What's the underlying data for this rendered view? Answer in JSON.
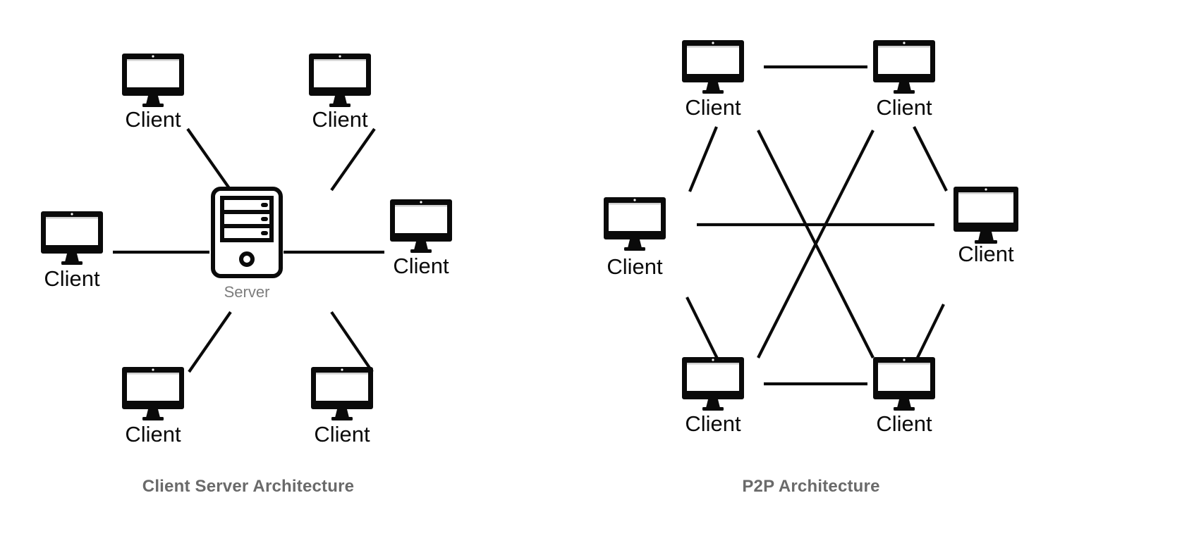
{
  "meta": {
    "background_color": "#ffffff",
    "line_color": "#0a0a0a",
    "caption_color": "#6a6a6a",
    "label_color": "#0a0a0a",
    "server_label_color": "#7d7d7d"
  },
  "panels": [
    {
      "id": "client-server",
      "caption": "Client Server Architecture",
      "center_node": {
        "icon": "server-tower-icon",
        "label": "Server",
        "drive_bays": 3,
        "has_power_button": true
      },
      "nodes": [
        {
          "id": "cs-top-left",
          "label": "Client",
          "icon": "monitor-icon"
        },
        {
          "id": "cs-top-right",
          "label": "Client",
          "icon": "monitor-icon"
        },
        {
          "id": "cs-left",
          "label": "Client",
          "icon": "monitor-icon"
        },
        {
          "id": "cs-right",
          "label": "Client",
          "icon": "monitor-icon"
        },
        {
          "id": "cs-bottom-left",
          "label": "Client",
          "icon": "monitor-icon"
        },
        {
          "id": "cs-bottom-right",
          "label": "Client",
          "icon": "monitor-icon"
        }
      ],
      "edges": [
        {
          "from": "cs-top-left",
          "to": "server"
        },
        {
          "from": "cs-top-right",
          "to": "server"
        },
        {
          "from": "cs-left",
          "to": "server"
        },
        {
          "from": "cs-right",
          "to": "server"
        },
        {
          "from": "cs-bottom-left",
          "to": "server"
        },
        {
          "from": "cs-bottom-right",
          "to": "server"
        }
      ]
    },
    {
      "id": "p2p",
      "caption": "P2P Architecture",
      "nodes": [
        {
          "id": "p2p-top-left",
          "label": "Client",
          "icon": "monitor-icon"
        },
        {
          "id": "p2p-top-right",
          "label": "Client",
          "icon": "monitor-icon"
        },
        {
          "id": "p2p-left",
          "label": "Client",
          "icon": "monitor-icon"
        },
        {
          "id": "p2p-right",
          "label": "Client",
          "icon": "monitor-icon"
        },
        {
          "id": "p2p-bottom-left",
          "label": "Client",
          "icon": "monitor-icon"
        },
        {
          "id": "p2p-bottom-right",
          "label": "Client",
          "icon": "monitor-icon"
        }
      ],
      "edges": [
        {
          "from": "p2p-top-left",
          "to": "p2p-top-right"
        },
        {
          "from": "p2p-top-left",
          "to": "p2p-left"
        },
        {
          "from": "p2p-top-right",
          "to": "p2p-right"
        },
        {
          "from": "p2p-left",
          "to": "p2p-bottom-left"
        },
        {
          "from": "p2p-right",
          "to": "p2p-bottom-right"
        },
        {
          "from": "p2p-bottom-left",
          "to": "p2p-bottom-right"
        },
        {
          "from": "p2p-left",
          "to": "p2p-right"
        },
        {
          "from": "p2p-top-left",
          "to": "p2p-bottom-right"
        },
        {
          "from": "p2p-top-right",
          "to": "p2p-bottom-left"
        }
      ]
    }
  ]
}
